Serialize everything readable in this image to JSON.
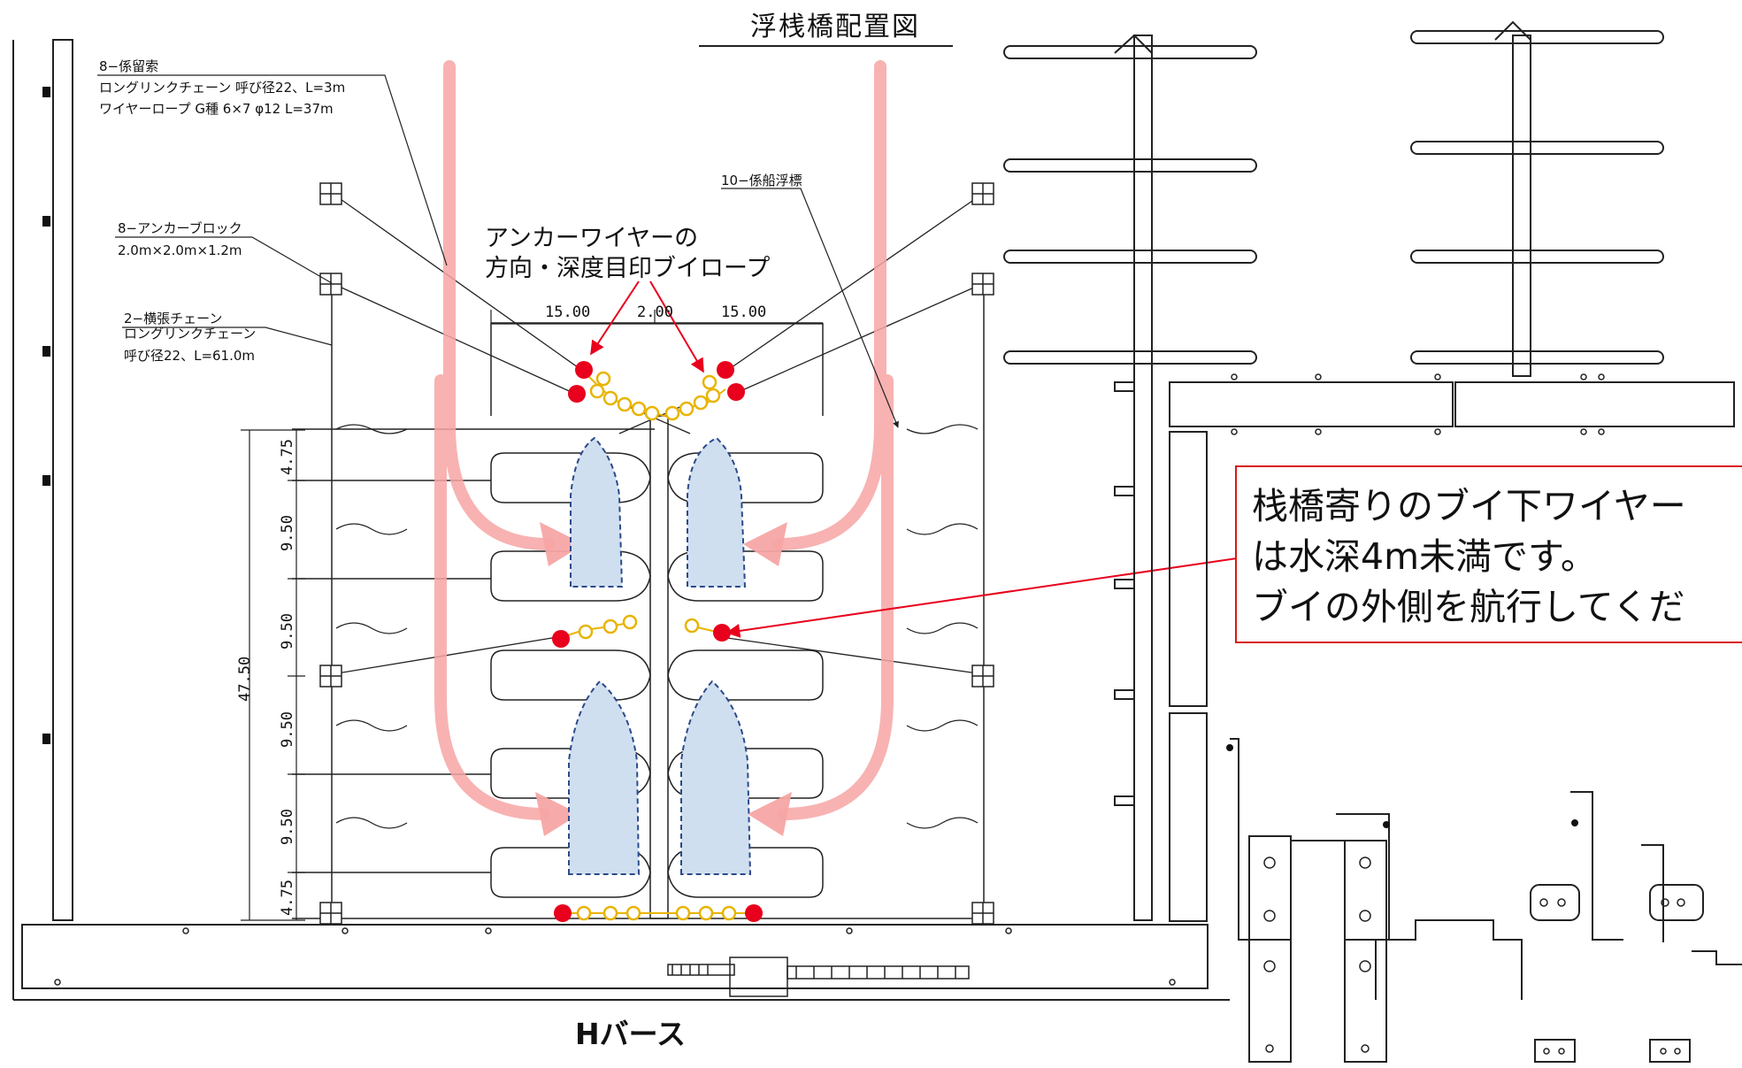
{
  "title": "浮桟橋配置図",
  "labels": {
    "mooring_rope": {
      "head": "8−係留索",
      "line1": "ロングリンクチェーン 呼び径22、L=3m",
      "line2": "ワイヤーロープ G種 6×7 φ12 L=37m"
    },
    "anchor_block": {
      "head": "8−アンカーブロック",
      "line1": "2.0m×2.0m×1.2m"
    },
    "cross_chain": {
      "head": "2−横張チェーン",
      "line1": "ロングリンクチェーン",
      "line2": "呼び径22、L=61.0m"
    },
    "mooring_float": {
      "head": "10−係船浮標"
    }
  },
  "buoy_note": {
    "line1": "アンカーワイヤーの",
    "line2": "方向・深度目印ブイロープ"
  },
  "dimensions": {
    "top": [
      "15.00",
      "2.00",
      "15.00"
    ],
    "left_segments": [
      "4.75",
      "9.50",
      "9.50",
      "9.50",
      "9.50",
      "4.75"
    ],
    "left_total": "47.50"
  },
  "warning": {
    "line1": "栈橋寄りのブイ下ワイヤー",
    "line2": "は水深4m未満です。",
    "line3": "ブイの外側を航行してくだ"
  },
  "berth_name": "Hバース",
  "colors": {
    "route_arrow": "#f7a5a5",
    "boat_fill": "#cfdff0",
    "boat_outline": "#2c4a8a",
    "buoy_red": "#e8001c",
    "float_yellow": "#e8b400",
    "callout_border": "#d81a1a",
    "line": "#222222"
  }
}
